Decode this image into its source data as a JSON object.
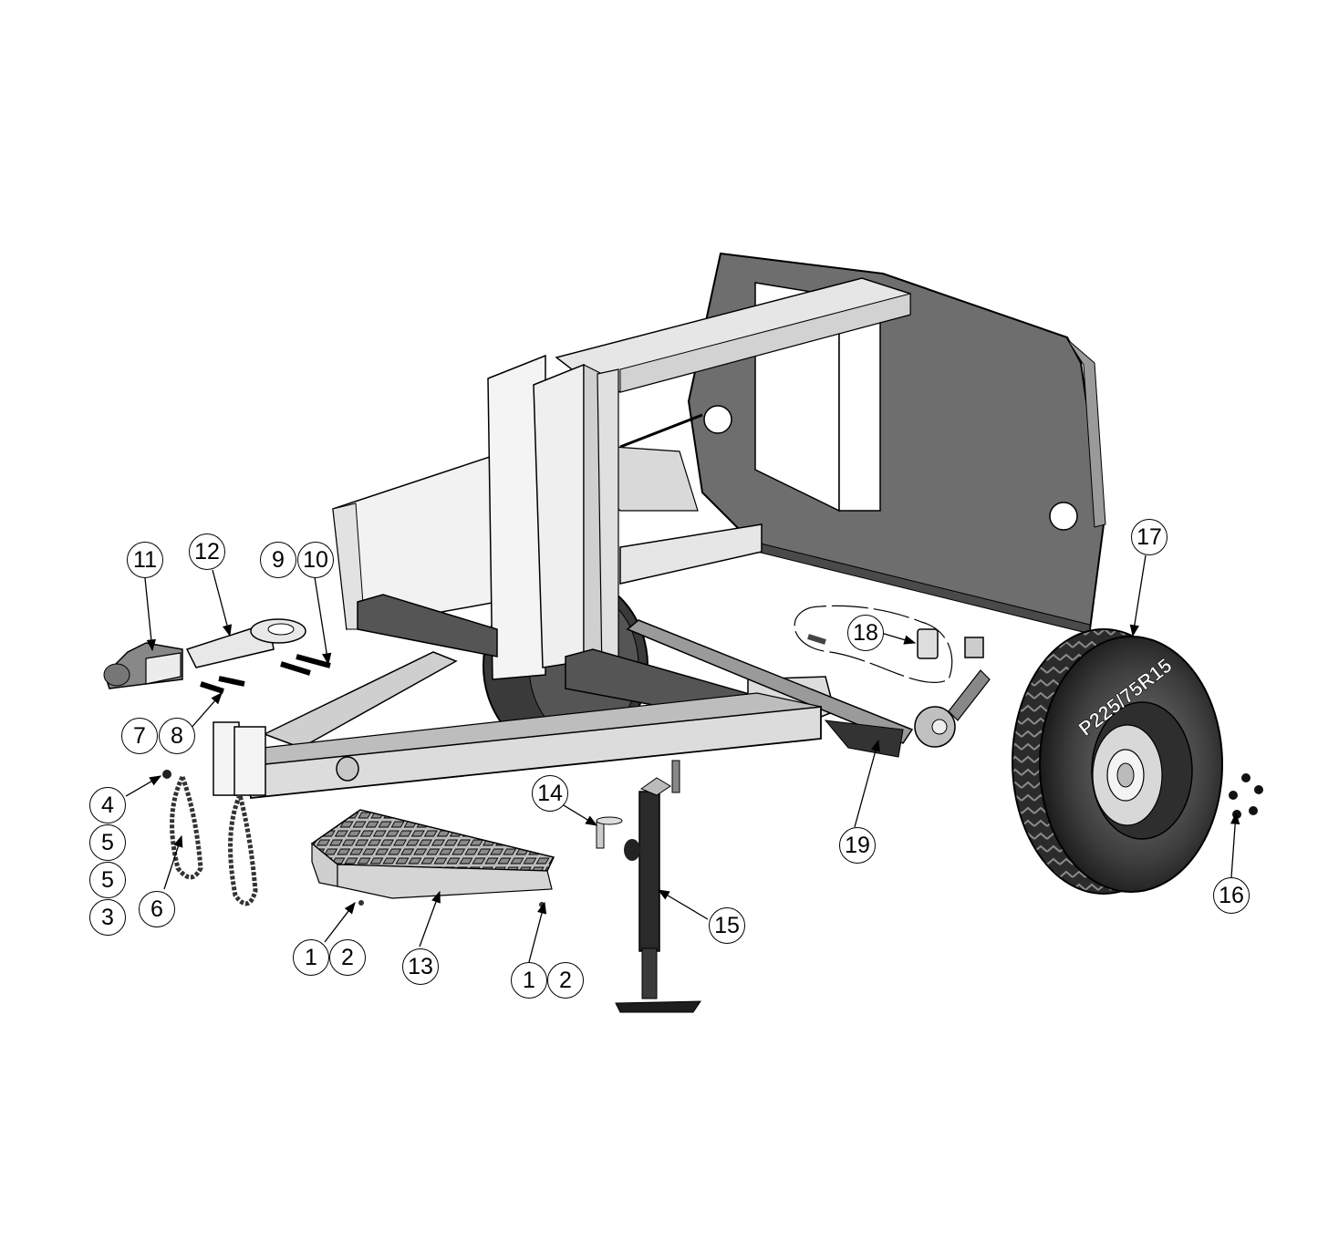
{
  "diagram": {
    "type": "exploded-parts-diagram",
    "subject": "utility trailer assembly",
    "background": "#ffffff",
    "colors": {
      "panel_dark": "#6e6e6e",
      "frame_light": "#d9d9d9",
      "frame_mid": "#b5b5b5",
      "beam_dark": "#4a4a4a",
      "tire": "#3a3a3a",
      "outline": "#000000"
    },
    "tire_label": "P225/75R15",
    "callouts": [
      {
        "id": "c11",
        "label": "11",
        "part": "coupler"
      },
      {
        "id": "c12",
        "label": "12",
        "part": "lunette-ring-bracket"
      },
      {
        "id": "c9",
        "label": "9",
        "part": "bolt"
      },
      {
        "id": "c10",
        "label": "10",
        "part": "bolt"
      },
      {
        "id": "c7",
        "label": "7",
        "part": "bolt"
      },
      {
        "id": "c8",
        "label": "8",
        "part": "bolt"
      },
      {
        "id": "c4",
        "label": "4",
        "part": "safety-chain-hardware"
      },
      {
        "id": "c5a",
        "label": "5",
        "part": "safety-chain-hardware"
      },
      {
        "id": "c5b",
        "label": "5",
        "part": "safety-chain-hardware"
      },
      {
        "id": "c3",
        "label": "3",
        "part": "safety-chain-hardware"
      },
      {
        "id": "c6",
        "label": "6",
        "part": "safety-chain"
      },
      {
        "id": "c1a",
        "label": "1",
        "part": "step-fastener"
      },
      {
        "id": "c2a",
        "label": "2",
        "part": "step-fastener"
      },
      {
        "id": "c13",
        "label": "13",
        "part": "grated-step"
      },
      {
        "id": "c1b",
        "label": "1",
        "part": "step-fastener"
      },
      {
        "id": "c2b",
        "label": "2",
        "part": "step-fastener"
      },
      {
        "id": "c14",
        "label": "14",
        "part": "jack-pin"
      },
      {
        "id": "c15",
        "label": "15",
        "part": "tongue-jack"
      },
      {
        "id": "c18",
        "label": "18",
        "part": "spring-shackle-kit"
      },
      {
        "id": "c19",
        "label": "19",
        "part": "axle-and-spring-assembly"
      },
      {
        "id": "c17",
        "label": "17",
        "part": "wheel-and-tire"
      },
      {
        "id": "c16",
        "label": "16",
        "part": "lug-nuts"
      }
    ]
  }
}
